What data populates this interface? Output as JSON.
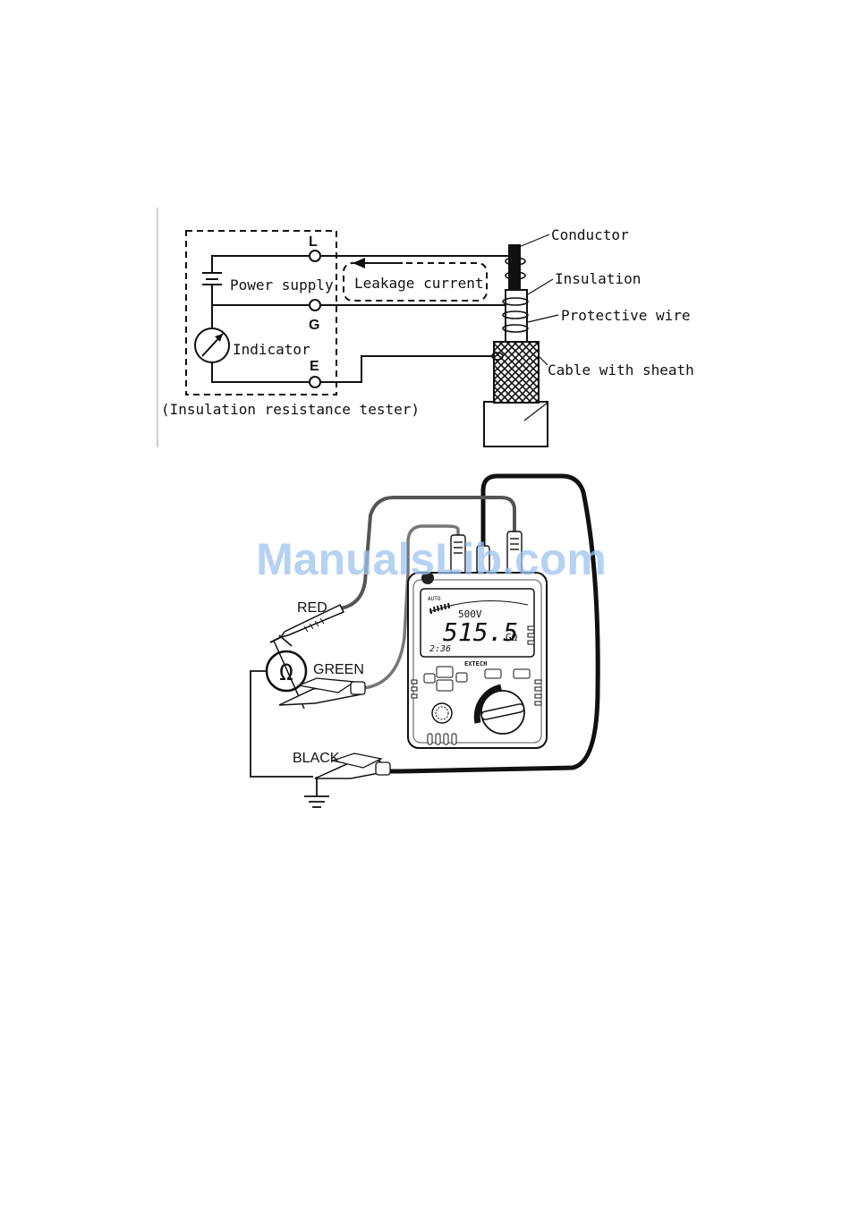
{
  "schematic": {
    "terminal_l": "L",
    "terminal_g": "G",
    "terminal_e": "E",
    "power_supply": "Power supply",
    "indicator": "Indicator",
    "leakage_current": "Leakage current",
    "tester_caption": "(Insulation resistance tester)",
    "conductor": "Conductor",
    "insulation": "Insulation",
    "protective_wire": "Protective wire",
    "cable_with_sheath": "Cable with sheath"
  },
  "connection": {
    "red_label": "RED",
    "green_label": "GREEN",
    "black_label": "BLACK",
    "ohm_symbol": "Ω"
  },
  "meter": {
    "auto_label": "AUTO",
    "voltage": "500V",
    "reading": "515.5",
    "unit": "GΩ",
    "timer": "2:36",
    "brand": "EXTECH"
  },
  "watermark": "ManualsLib.com"
}
